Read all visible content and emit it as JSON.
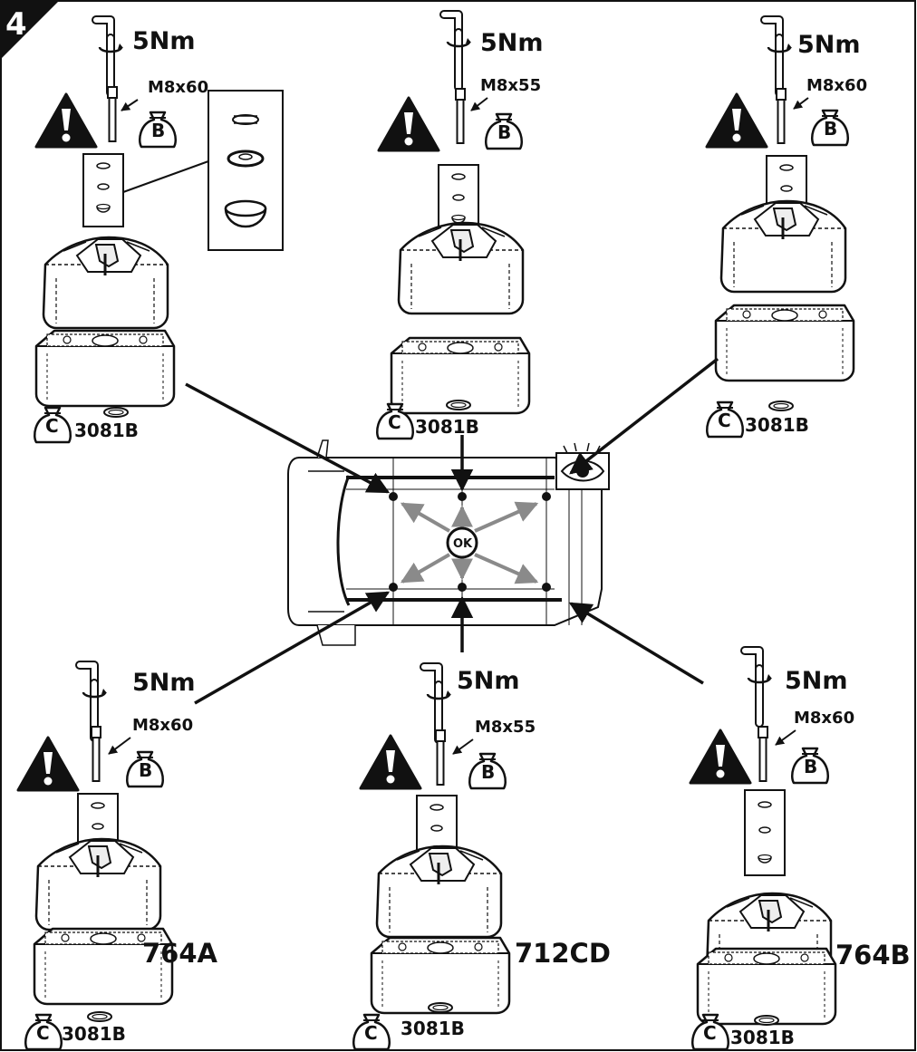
{
  "step_number": "4",
  "center_label": "OK",
  "colors": {
    "ink": "#111111",
    "grey_arrow": "#8a8a8a",
    "paper": "#ffffff"
  },
  "icons": [
    "hex-key-icon",
    "warning-icon",
    "bag-icon",
    "washer-ring-icon",
    "eye-icon"
  ],
  "top_assemblies": [
    {
      "torque": "5Nm",
      "bolt": "M8x60",
      "bag": "B",
      "ring_bag": "C",
      "ring_code": "3081B"
    },
    {
      "torque": "5Nm",
      "bolt": "M8x55",
      "bag": "B",
      "ring_bag": "C",
      "ring_code": "3081B"
    },
    {
      "torque": "5Nm",
      "bolt": "M8x60",
      "bag": "B",
      "ring_bag": "C",
      "ring_code": "3081B"
    }
  ],
  "bottom_assemblies": [
    {
      "torque": "5Nm",
      "bolt": "M8x60",
      "bag": "B",
      "model": "764A",
      "ring_bag": "C",
      "ring_code": "3081B"
    },
    {
      "torque": "5Nm",
      "bolt": "M8x55",
      "bag": "B",
      "model": "712CD",
      "ring_bag": "C",
      "ring_code": "3081B"
    },
    {
      "torque": "5Nm",
      "bolt": "M8x60",
      "bag": "B",
      "model": "764B",
      "ring_bag": "C",
      "ring_code": "3081B"
    }
  ]
}
